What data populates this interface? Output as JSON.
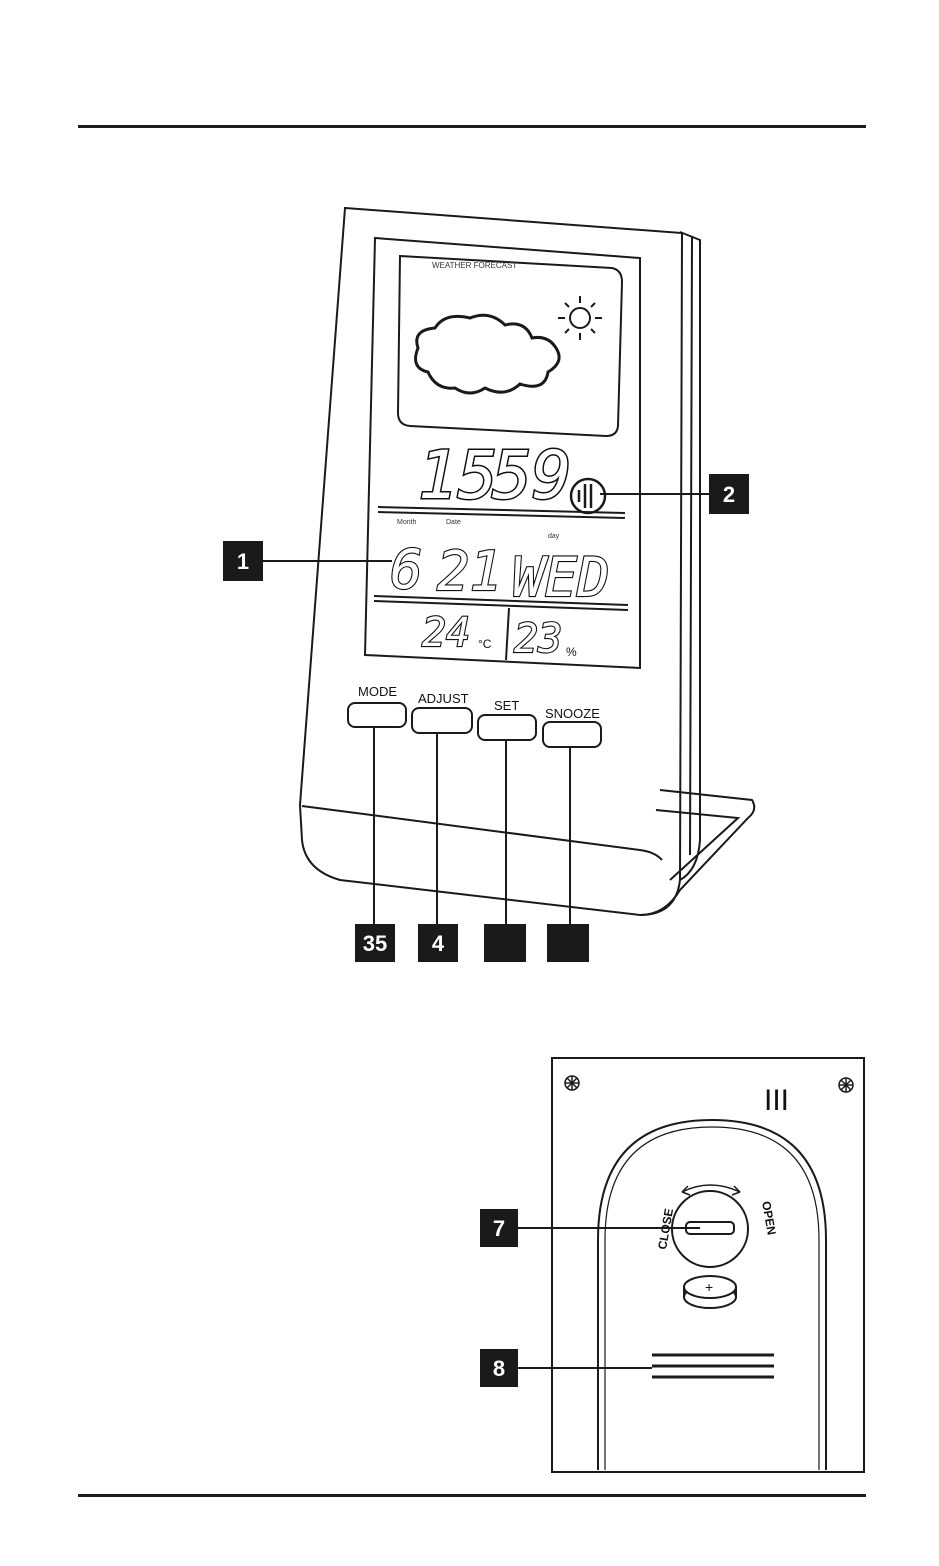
{
  "display": {
    "forecast_label": "WEATHER FORECAST",
    "time_hours": "15",
    "time_minutes": "59",
    "date_month_label": "Month",
    "date_day_label": "Date",
    "date_month": "6",
    "date_day": "21",
    "weekday_label": "day",
    "weekday": "WED",
    "temperature": "24",
    "temperature_unit": "°C",
    "humidity": "23",
    "humidity_unit": "%"
  },
  "buttons": [
    {
      "label": "MODE"
    },
    {
      "label": "ADJUST"
    },
    {
      "label": "SET"
    },
    {
      "label": "SNOOZE"
    }
  ],
  "callouts": {
    "c1": "1",
    "c2": "2",
    "c35": "35",
    "c4": "4",
    "c7": "7",
    "c8": "8"
  },
  "back": {
    "close_label": "CLOSE",
    "open_label": "OPEN",
    "battery_symbol": "+",
    "marks": "III"
  }
}
